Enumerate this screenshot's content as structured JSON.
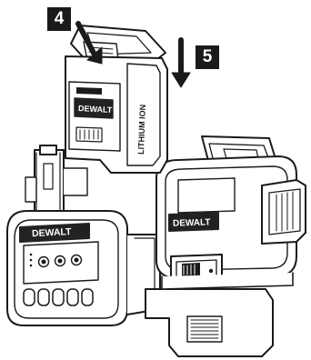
{
  "steps": {
    "step_4": "4",
    "step_5": "5"
  },
  "battery": {
    "brand": "DEWALT",
    "chemistry": "LITHIUM ION"
  },
  "laser": {
    "brand": "DEWALT"
  },
  "mount": {
    "brand": "DEWALT"
  },
  "colors": {
    "ink": "#1a1a1a",
    "paper": "#ffffff",
    "brand_label": "#222222"
  },
  "icons": [
    "push-arrow-icon",
    "slide-down-arrow-icon"
  ]
}
